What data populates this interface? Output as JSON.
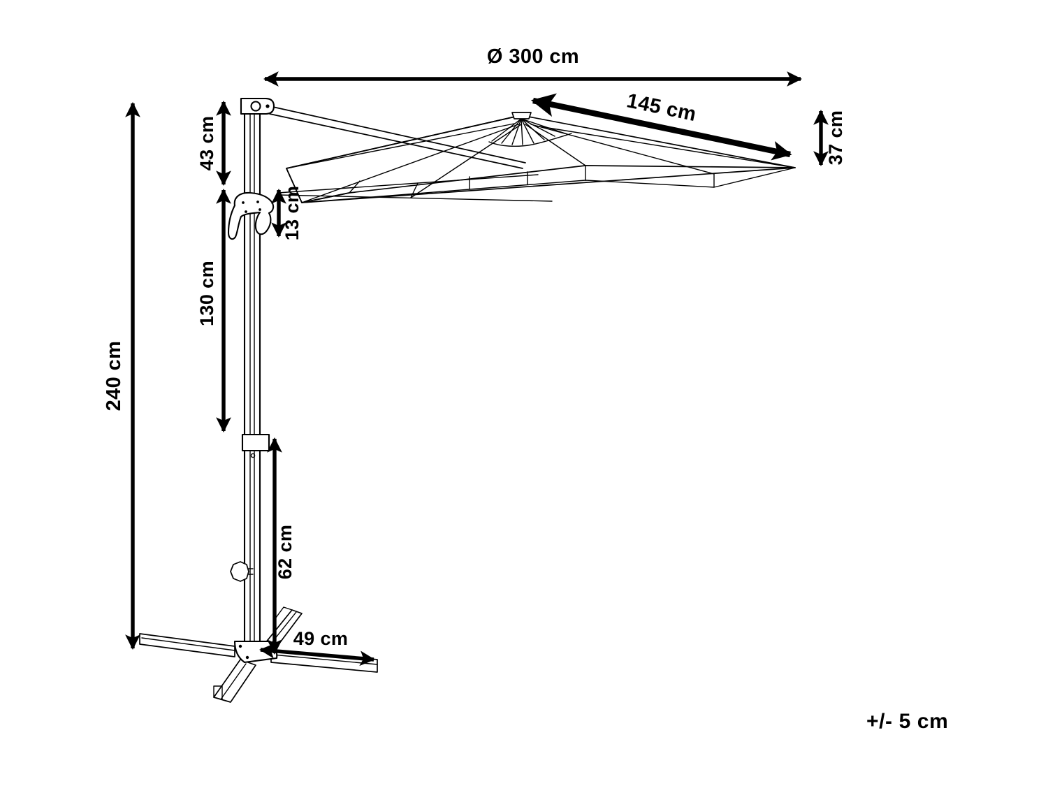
{
  "drawing": {
    "title": "Cantilever Parasol Dimension Drawing",
    "subject": "cantilever-parasol",
    "background_color": "#ffffff",
    "line_color": "#000000",
    "tolerance_note": "+/- 5 cm",
    "diameter_symbol": "Ø"
  },
  "dimensions": {
    "canopy_diameter": {
      "label": "Ø 300 cm",
      "value": 300,
      "unit": "cm",
      "orientation": "horizontal",
      "describes": "canopy-overall-diameter"
    },
    "canopy_rib": {
      "label": "145 cm",
      "value": 145,
      "unit": "cm",
      "orientation": "diagonal",
      "describes": "canopy-rib-length"
    },
    "canopy_drop": {
      "label": "37 cm",
      "value": 37,
      "unit": "cm",
      "orientation": "vertical",
      "describes": "canopy-edge-height-drop"
    },
    "mast_top_to_hinge": {
      "label": "43 cm",
      "value": 43,
      "unit": "cm",
      "orientation": "vertical",
      "describes": "bracket-top-to-hinge"
    },
    "hinge_offset": {
      "label": "13 cm",
      "value": 13,
      "unit": "cm",
      "orientation": "vertical",
      "describes": "hinge-joint-height"
    },
    "hinge_to_collar": {
      "label": "130 cm",
      "value": 130,
      "unit": "cm",
      "orientation": "vertical",
      "describes": "hinge-to-mast-collar"
    },
    "collar_to_base": {
      "label": "62 cm",
      "value": 62,
      "unit": "cm",
      "orientation": "vertical",
      "describes": "mast-collar-to-base"
    },
    "base_arm": {
      "label": "49 cm",
      "value": 49,
      "unit": "cm",
      "orientation": "horizontal",
      "describes": "cross-base-arm-length"
    },
    "overall_height": {
      "label": "240 cm",
      "value": 240,
      "unit": "cm",
      "orientation": "vertical",
      "describes": "overall-product-height"
    }
  },
  "parts": {
    "canopy": "canopy-fabric",
    "finial": "canopy-hub-finial",
    "support_arm": "cantilever-support-arm",
    "top_bracket": "mast-top-bracket",
    "hinge": "tilt-hinge-joint",
    "mast": "vertical-mast-pole",
    "collar": "mast-collar-sleeve",
    "knob": "locking-knob",
    "base": "cross-base-stand"
  }
}
